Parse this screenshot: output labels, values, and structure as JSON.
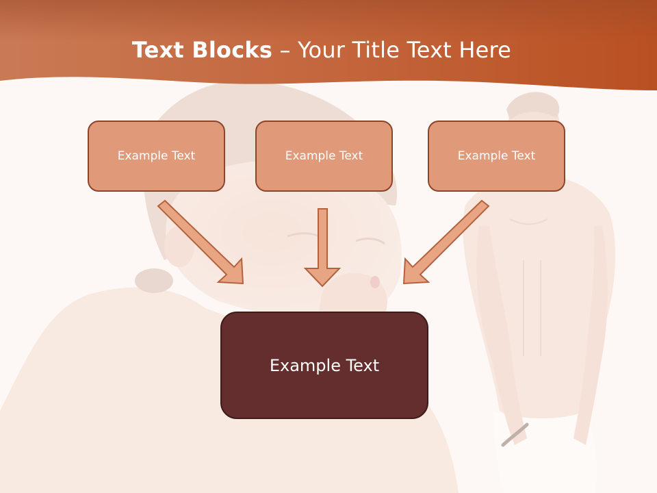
{
  "slide": {
    "title_bold": "Text Blocks",
    "title_rest": " – Your Title Text Here",
    "boxes": {
      "left": "Example Text",
      "center": "Example Text",
      "right": "Example Text",
      "main": "Example Text"
    }
  },
  "colors": {
    "header": "#c8673c",
    "box_fill": "#e19a79",
    "box_border": "#8d4428",
    "main_box_fill": "#652e2e",
    "arrow_fill": "#e8a584"
  }
}
